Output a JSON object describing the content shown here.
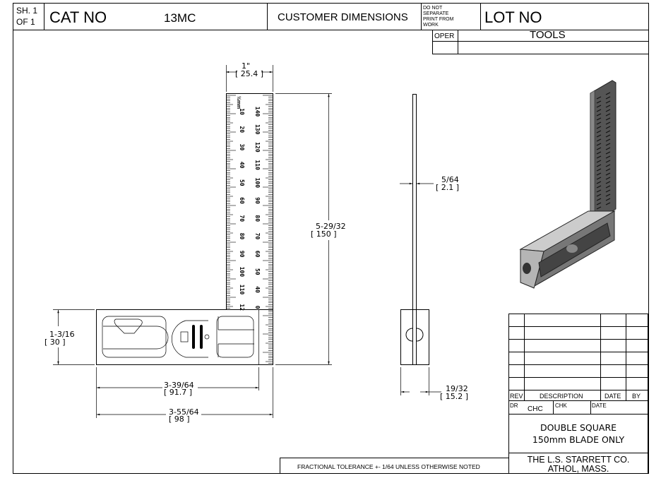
{
  "header": {
    "sheet_line1": "SH. 1",
    "sheet_line2": "OF  1",
    "cat_no_label": "CAT NO",
    "cat_no_value": "13MC",
    "customer_dimensions": "CUSTOMER DIMENSIONS",
    "do_not_separate": [
      "DO NOT",
      "SEPARATE",
      "PRINT FROM",
      "WORK"
    ],
    "lot_no_label": "LOT NO",
    "oper_label": "OPER",
    "tools_label": "TOOLS"
  },
  "front_view": {
    "ruler_left_numbers": [
      "10",
      "20",
      "30",
      "40",
      "50",
      "60",
      "70",
      "80",
      "90",
      "100",
      "110",
      "12"
    ],
    "ruler_right_numbers": [
      "140",
      "130",
      "120",
      "110",
      "100",
      "90",
      "80",
      "70",
      "60",
      "50",
      "40",
      "0"
    ],
    "ruler_unit": "½mm",
    "dims": {
      "blade_width": {
        "frac": "1\"",
        "mm": "[ 25.4 ]"
      },
      "blade_length": {
        "frac": "5-29/32",
        "mm": "[ 150 ]"
      },
      "body_height": {
        "frac": "1-3/16",
        "mm": "[ 30 ]"
      },
      "body_inner_length": {
        "frac": "3-39/64",
        "mm": "[ 91.7 ]"
      },
      "overall_length": {
        "frac": "3-55/64",
        "mm": "[ 98 ]"
      }
    }
  },
  "side_view": {
    "dims": {
      "blade_thickness": {
        "frac": "5/64",
        "mm": "[ 2.1 ]"
      },
      "body_thickness": {
        "frac": "19/32",
        "mm": "[ 15.2 ]"
      }
    }
  },
  "title_block": {
    "rev_label": "REV",
    "description_label": "DESCRIPTION",
    "date_label": "DATE",
    "by_label": "BY",
    "dr_label": "DR",
    "dr_value": "CHC",
    "chk_label": "CHK",
    "date2_label": "DATE",
    "title_line1": "DOUBLE SQUARE",
    "title_line2": "150mm BLADE ONLY",
    "company_line1": "THE L.S. STARRETT CO.",
    "company_line2": "ATHOL, MASS.",
    "tolerance": "FRACTIONAL TOLERANCE  +- 1/64 UNLESS OTHERWISE NOTED"
  }
}
